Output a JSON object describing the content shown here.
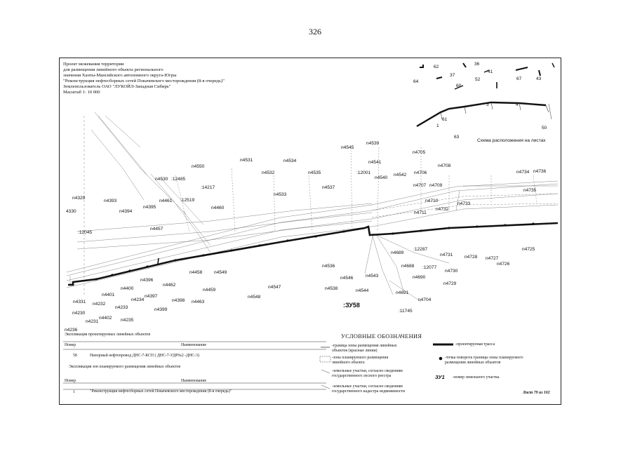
{
  "page_number": "326",
  "header": {
    "line1": "Проект межевания территории",
    "line2": "для размещения линейного объекта регионального",
    "line3": "значения Ханты-Мансийского автономного округа-Югры",
    "line4": "\"Реконструкция нефтесборных сетей Покачевского месторождения (8-я очередь)\"",
    "line5": "Землепользователь ОАО \"ЛУКОЙЛ-Западная Сибирь\"",
    "line6": "Масштаб 1: 10 000"
  },
  "inset": {
    "caption": "Схема расположения на листах",
    "labels": [
      "62",
      "36",
      "37",
      "41",
      "52",
      "64",
      "60",
      "67",
      "43",
      "3",
      "4",
      "61",
      "1",
      "63",
      "50"
    ]
  },
  "map_labels": {
    "n4545": "n4545",
    "n4539": "n4539",
    "n4705": "n4705",
    "n4531": "n4531",
    "n4534": "n4534",
    "n4541": "n4541",
    "n4708": "n4708",
    "n4550": "n4550",
    "n4532": "n4532",
    "n4535": "n4535",
    "c12001": ":12001",
    "n4540": "n4540",
    "n4542": "n4542",
    "n4706": "n4706",
    "n4734": "n4734",
    "n4736": "n4736",
    "n4530": "n4530",
    "c12485": ":12485",
    "c14217": ":14217",
    "n4537": "n4537",
    "n4707": "n4707",
    "n4709": "n4709",
    "n4735": "n4735",
    "n4329": "n4329",
    "n4393": "n4393",
    "n4461": "n4461",
    "c12519": ":12519",
    "n4533": "n4533",
    "n4710": "n4710",
    "n4733": "n4733",
    "n4395": "n4395",
    "n4460": "n4460",
    "n4732": "n4732",
    "n4330": "4330",
    "n4394": "n4394",
    "n4711": "n4711",
    "c12045": ":12045",
    "n4457": "n4457",
    "n4689": "n4689",
    "c12287": ":12287",
    "n4725": "n4725",
    "n4731": "n4731",
    "n4728": "n4728",
    "n4727": "n4727",
    "n4726": "n4726",
    "n4536": "n4536",
    "n4688": "n4688",
    "c12077": ":12077",
    "n4730": "n4730",
    "n4458": "n4458",
    "n4549": "n4549",
    "n4543": "n4543",
    "n4396": "n4396",
    "n4546": "n4546",
    "n4690": "n4690",
    "n4462": "n4462",
    "n4729": "n4729",
    "n4400": "n4400",
    "n4547": "n4547",
    "n4538": "n4538",
    "n4544": "n4544",
    "n4401": "n4401",
    "n4459": "n4459",
    "n4691": "n4691",
    "n4397": "n4397",
    "n4548": "n4548",
    "n4704": "n4704",
    "n4331": "n4331",
    "n4232": "n4232",
    "n4234": "n4234",
    "n4398": "n4398",
    "n4463": "n4463",
    "zu58": ":ЗУ58",
    "n4233": "n4233",
    "n4399": "n4399",
    "c11745": ":11745",
    "n4230": "n4230",
    "n4402": "n4402",
    "n4231": "n4231",
    "n4235": "n4235",
    "n4236": "n4236"
  },
  "explication": {
    "title1": "Экспликация проектируемых линейных объектов",
    "col_num": "Номер",
    "col_name": "Наименование",
    "row1_num": "58",
    "row1_name": "Напорный нефтепровод ДНС-7-КСП ( ДНС-7-УДР№2 -ДНС-3)",
    "title2": "Экспликация зон планируемого размещения линейных объектов",
    "col_num2": "Номер",
    "col_name2": "Наименование",
    "row2_num": "1",
    "row2_name": "\"Реконструкция нефтесборных сетей Покачевского месторождения (8-я очередь)\""
  },
  "legend": {
    "title": "УСЛОВНЫЕ ОБОЗНАЧЕНИЯ",
    "item1a": "-граница зоны размещения линейных",
    "item1b": "объектов (красные линии)",
    "item2a": "-зона планируемого размещения",
    "item2b": "линейного объекта",
    "item3a": "-земельные участки, согласно сведениям",
    "item3b": "государственного лесного реестра",
    "item4a": "-земельные участки, согласно сведениям",
    "item4b": "государственного кадастра недвижимости",
    "item5": "-проектируемая трасса",
    "item6a": "-точка поворота границы зоны планируемого",
    "item6b": "размещения линейных объектов",
    "item7_symbol": "ЗУ1",
    "item7": "-номер земельного участка"
  },
  "sheet_label": "Лист 79 из 102"
}
